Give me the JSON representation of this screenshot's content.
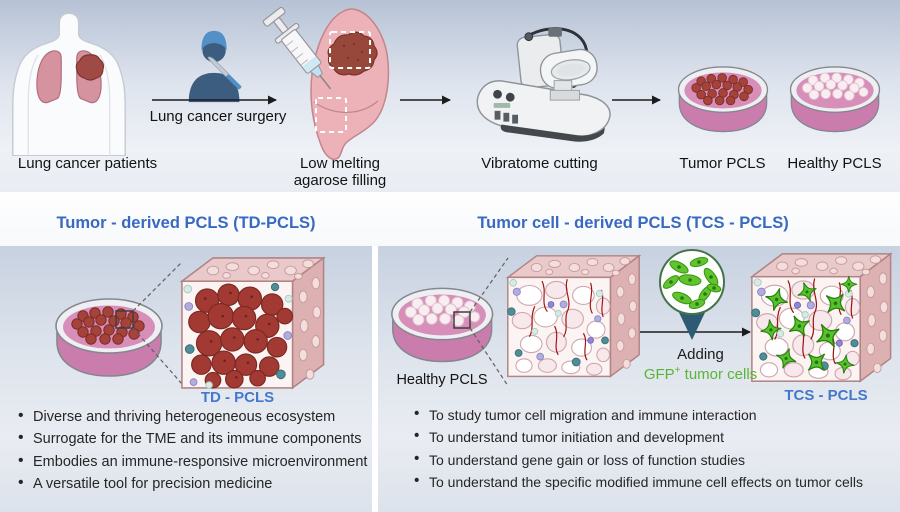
{
  "workflow": {
    "patients_label": "Lung cancer patients",
    "surgery_label": "Lung cancer surgery",
    "agarose_label_line1": "Low melting",
    "agarose_label_line2": "agarose filling",
    "vibratome_label": "Vibratome cutting",
    "tumor_dish_label": "Tumor PCLS",
    "healthy_dish_label": "Healthy PCLS"
  },
  "td_panel": {
    "title": "Tumor - derived PCLS (TD-PCLS)",
    "slice_label": "TD - PCLS",
    "bullets": [
      "Diverse and thriving heterogeneous ecosystem",
      "Surrogate for the TME and its immune components",
      "Embodies an immune-responsive microenvironment",
      "A versatile tool for precision medicine"
    ]
  },
  "tcs_panel": {
    "title": "Tumor cell - derived PCLS (TCS - PCLS)",
    "healthy_dish_label": "Healthy PCLS",
    "adding_label": "Adding",
    "gfp_label": {
      "prefix": "GFP",
      "superscript": "+",
      "suffix": " tumor cells"
    },
    "slice_label": "TCS - PCLS",
    "bullets": [
      "To study tumor cell migration and immune interaction",
      "To understand  tumor initiation and development",
      "To understand gene gain or loss of function studies",
      "To understand the specific  modified immune cell effects on tumor cells"
    ]
  },
  "colors": {
    "title_blue": "#3a69c1",
    "label_blue": "#4478cc",
    "gfp_green": "#5cb434",
    "tumor_red": "#a5433b",
    "dish_pink": "#d78fb9",
    "tumor_cell_green": "#53c52a"
  }
}
